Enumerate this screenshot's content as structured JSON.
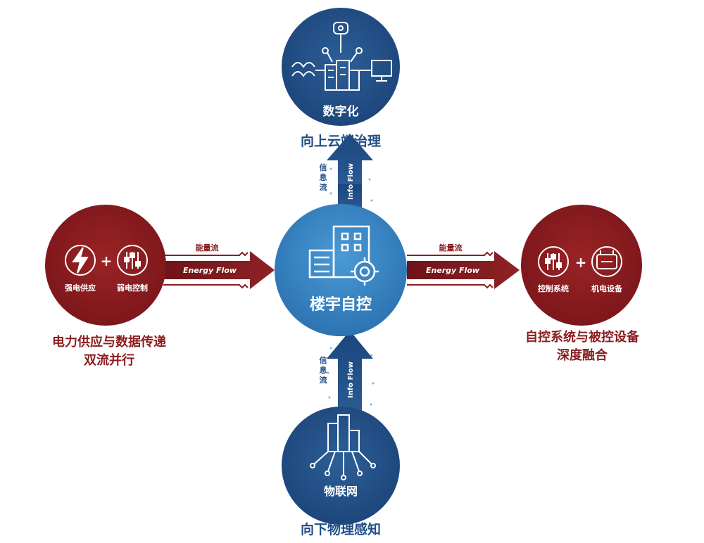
{
  "colors": {
    "blue_dark": "#1f4e86",
    "blue_center": "#3b86c4",
    "red_dark": "#8b1c1f",
    "arrow_red": "#7d1a1d",
    "arrow_blue": "#1e4a80"
  },
  "center": {
    "label": "楼宇自控"
  },
  "top": {
    "inner_label": "数字化",
    "caption": "向上云端治理",
    "flow_cn": "信息流",
    "flow_en": "Info Flow"
  },
  "bottom": {
    "inner_label": "物联网",
    "caption": "向下物理感知",
    "flow_cn": "信息流",
    "flow_en": "Info Flow"
  },
  "left": {
    "item1": "强电供应",
    "item2": "弱电控制",
    "plus": "+",
    "caption_line1": "电力供应与数据传递",
    "caption_line2": "双流并行",
    "flow_cn": "能量流",
    "flow_en": "Energy Flow"
  },
  "right": {
    "item1": "控制系统",
    "item2": "机电设备",
    "plus": "+",
    "caption_line1": "自控系统与被控设备",
    "caption_line2": "深度融合",
    "flow_cn": "能量流",
    "flow_en": "Energy Flow"
  }
}
